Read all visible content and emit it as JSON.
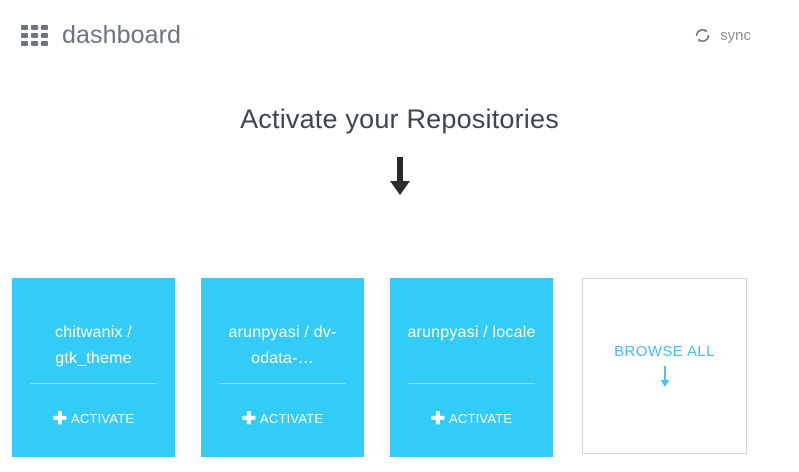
{
  "header": {
    "menu_icon": "grid-icon",
    "title": "dashboard",
    "sync_icon": "sync-icon",
    "sync_label": "sync"
  },
  "hero": {
    "title": "Activate your Repositories",
    "arrow_icon": "arrow-down-icon"
  },
  "repositories": [
    {
      "owner": "chitwanix",
      "name": "gtk_theme",
      "full_name": "chitwanix / gtk_theme",
      "activate_label": "ACTIVATE",
      "plus_icon": "plus-icon"
    },
    {
      "owner": "arunpyasi",
      "name": "dv-odata-…",
      "full_name": "arunpyasi / dv-odata-…",
      "activate_label": "ACTIVATE",
      "plus_icon": "plus-icon"
    },
    {
      "owner": "arunpyasi",
      "name": "locale",
      "full_name": "arunpyasi / locale",
      "activate_label": "ACTIVATE",
      "plus_icon": "plus-icon"
    }
  ],
  "browse_all": {
    "label": "BROWSE ALL",
    "arrow_icon": "arrow-down-icon"
  },
  "colors": {
    "card_blue": "#33ccf7",
    "browse_blue": "#3fc0ef",
    "title_dark": "#3c4652",
    "header_grey": "#6b7680",
    "sync_grey": "#8a8f94",
    "border_grey": "#d6d6d6",
    "background": "#ffffff"
  }
}
